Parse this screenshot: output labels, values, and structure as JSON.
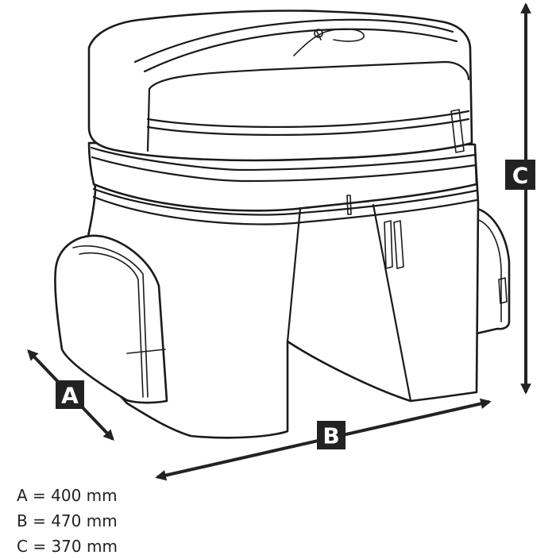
{
  "dimension_labels": {
    "a": "A",
    "b": "B",
    "c": "C"
  },
  "legend": [
    "A = 400 mm",
    "B = 470 mm",
    "C = 370 mm"
  ],
  "colors": {
    "ink": "#222222",
    "background": "#ffffff"
  }
}
